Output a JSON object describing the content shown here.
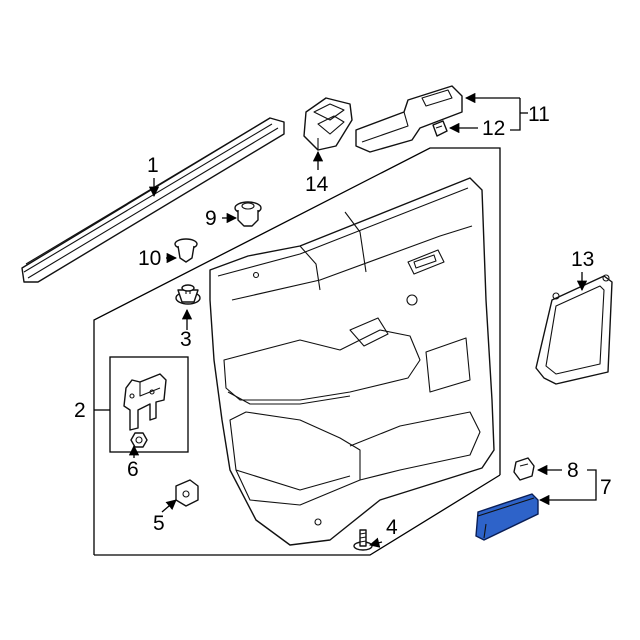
{
  "callouts": {
    "c1": "1",
    "c2": "2",
    "c3": "3",
    "c4": "4",
    "c5": "5",
    "c6": "6",
    "c7": "7",
    "c8": "8",
    "c9": "9",
    "c10": "10",
    "c11": "11",
    "c12": "12",
    "c13": "13",
    "c14": "14"
  },
  "colors": {
    "highlight_part": "#2e63c9",
    "line": "#111111",
    "background": "#ffffff"
  },
  "highlighted_part": "7"
}
